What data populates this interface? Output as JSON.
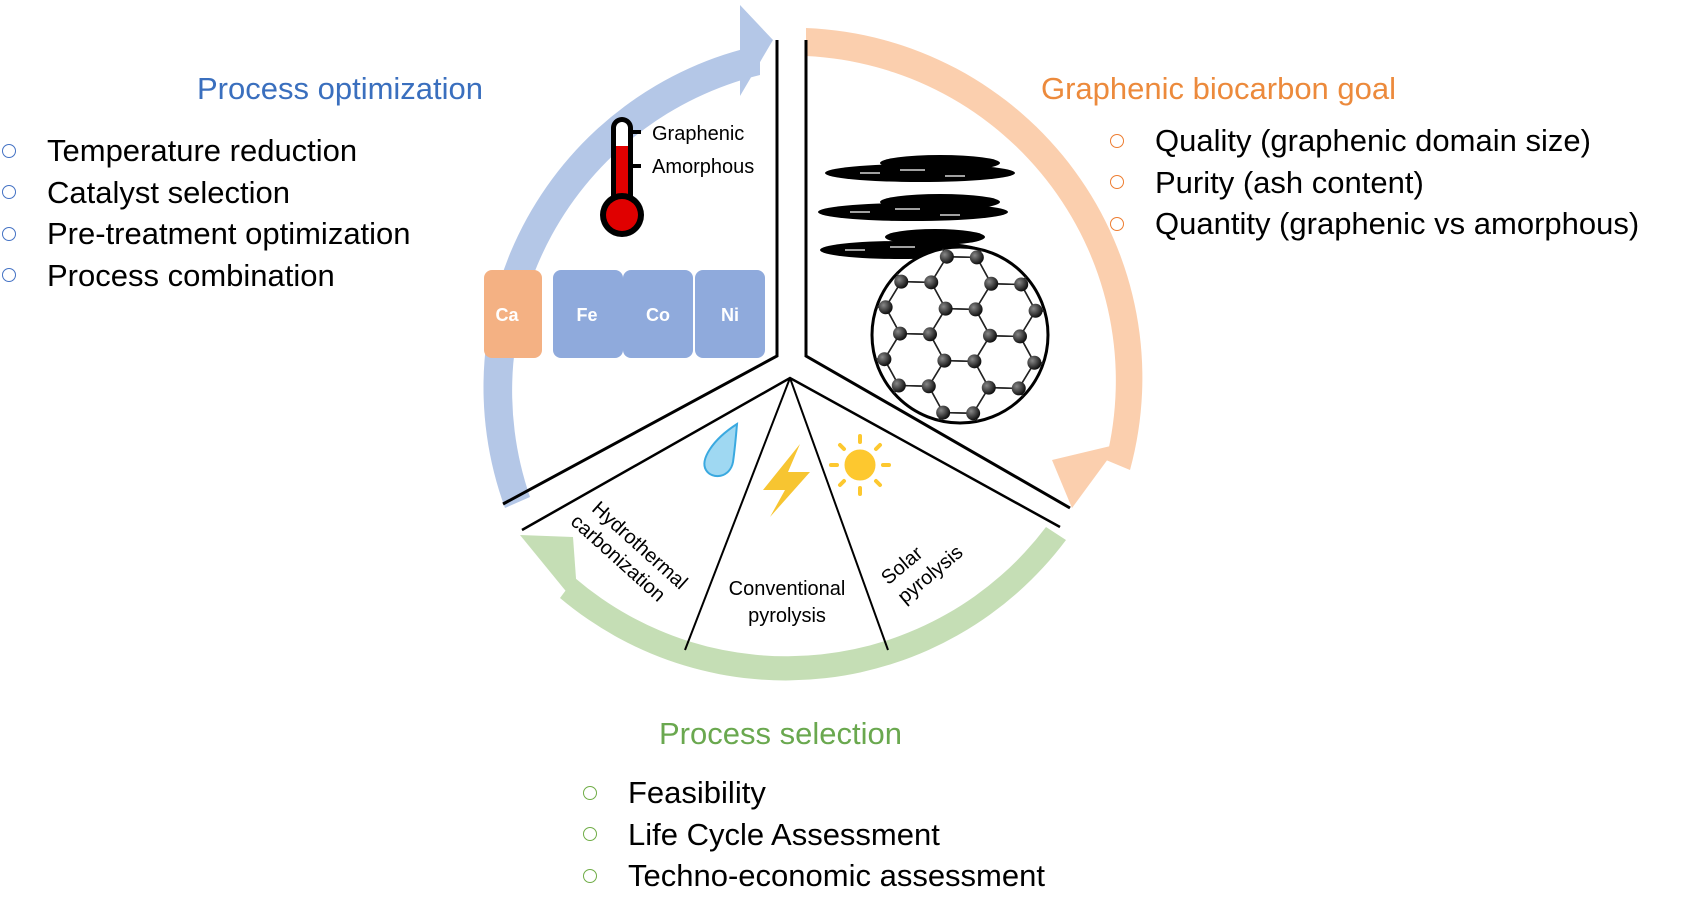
{
  "colors": {
    "optimization_blue": "#3a6fbe",
    "arrow_blue": "#b4c7e7",
    "goal_orange": "#ec8a3c",
    "arrow_orange": "#fbcfae",
    "selection_green": "#6aa84f",
    "arrow_green": "#c5deb5",
    "catalyst_ca": "#f4b183",
    "catalyst_metal": "#8faadc",
    "thermometer_red": "#e00000"
  },
  "process_optimization": {
    "title": "Process optimization",
    "items": [
      "Temperature reduction",
      "Catalyst selection",
      "Pre-treatment optimization",
      "Process combination"
    ],
    "thermometer": {
      "upper_label": "Graphenic",
      "lower_label": "Amorphous"
    },
    "catalysts": [
      "Ca",
      "Fe",
      "Co",
      "Ni"
    ]
  },
  "graphenic_goal": {
    "title": "Graphenic biocarbon goal",
    "items": [
      "Quality (graphenic domain size)",
      "Purity (ash content)",
      "Quantity (graphenic vs amorphous)"
    ]
  },
  "process_selection": {
    "title": "Process selection",
    "items": [
      "Feasibility",
      "Life Cycle Assessment",
      "Techno-economic assessment"
    ],
    "processes": [
      {
        "line1": "Hydrothermal",
        "line2": "carbonization",
        "icon": "water-drop-icon"
      },
      {
        "line1": "Conventional",
        "line2": "pyrolysis",
        "icon": "lightning-icon"
      },
      {
        "line1": "Solar",
        "line2": "pyrolysis",
        "icon": "sun-icon"
      }
    ]
  }
}
